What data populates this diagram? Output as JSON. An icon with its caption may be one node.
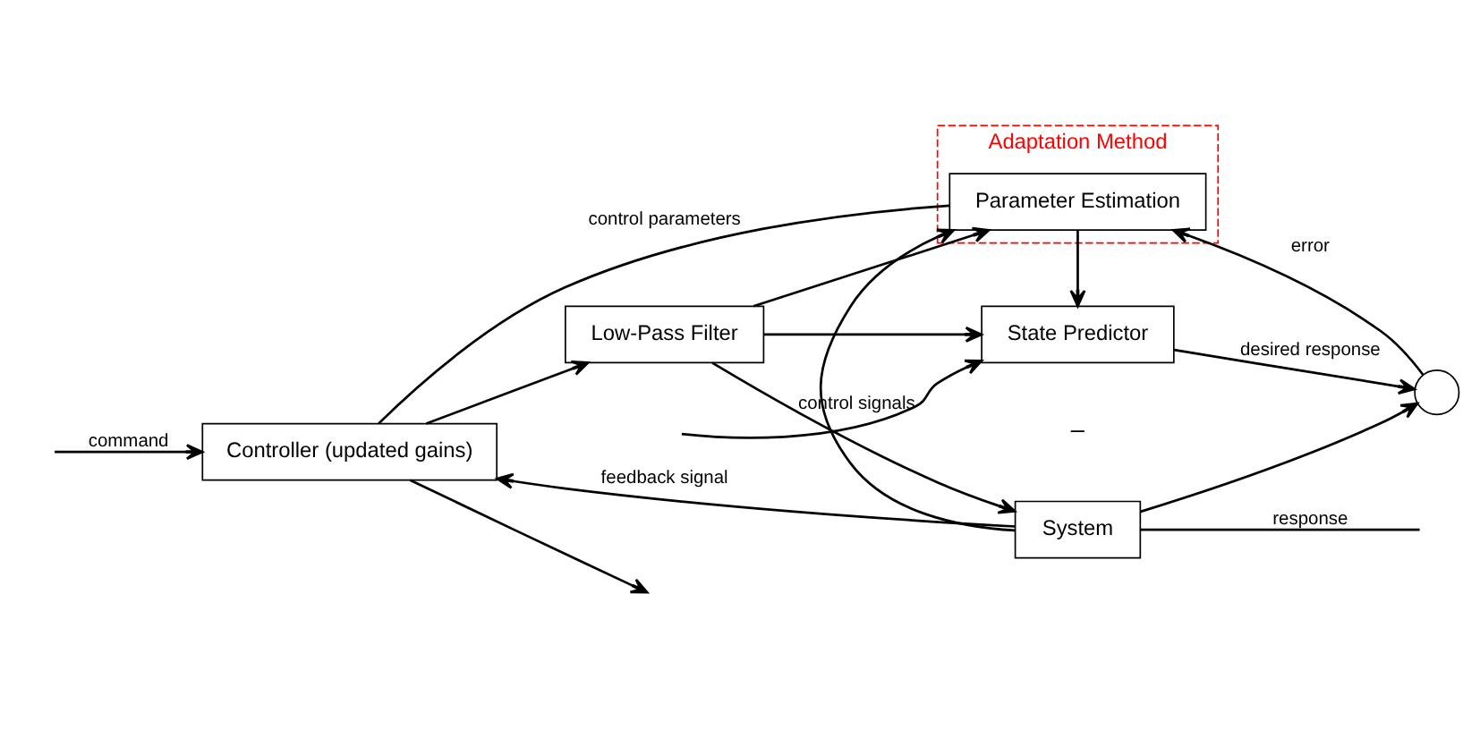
{
  "diagram": {
    "nodes": [
      {
        "text": [
          "State Predictor"
        ]
      },
      {
        "text": [],
        "shape": "circle"
      },
      {
        "text": [
          "Adaptation Method"
        ]
      },
      {
        "text": [
          "Parameter Estimation"
        ],
        "in": 2
      },
      {
        "text": [
          "Controller (updated gains)"
        ]
      },
      {
        "text": [
          "Low-Pass Filter"
        ]
      },
      {
        "text": [
          "System"
        ]
      }
    ],
    "edges": [
      {
        "from": 4,
        "to": null,
        "arrow": "to"
      },
      {
        "from": null,
        "to": 4,
        "arrow": "to",
        "label": "command"
      },
      {
        "from": null,
        "to": 0,
        "arrow": "to"
      },
      {
        "from": 4,
        "to": 5,
        "arrow": "to"
      },
      {
        "from": 5,
        "to": 6,
        "arrow": "to",
        "label": "control signals"
      },
      {
        "from": 5,
        "to": 0,
        "arrow": "to"
      },
      {
        "from": 5,
        "to": 3,
        "arrow": "to"
      },
      {
        "from": 3,
        "to": 4,
        "arrow": "none",
        "label": "control parameters"
      },
      {
        "from": 3,
        "to": 0,
        "arrow": "to"
      },
      {
        "from": 0,
        "to": 1,
        "arrow": "to",
        "label": "desired response"
      },
      {
        "from": 1,
        "to": 3,
        "arrow": "to",
        "label": "error"
      },
      {
        "from": 6,
        "to": null,
        "arrow": "none",
        "label": "response"
      },
      {
        "from": 6,
        "to": 1,
        "arrow": "to"
      },
      {
        "from": 6,
        "to": 3,
        "arrow": "to"
      },
      {
        "from": 6,
        "to": 4,
        "arrow": "to",
        "label": "feedback signal"
      }
    ],
    "labels": [
      "–"
    ]
  }
}
